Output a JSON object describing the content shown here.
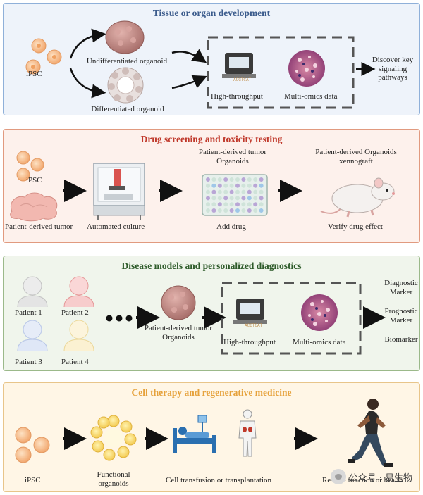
{
  "panels": {
    "tissue": {
      "title": "Tissue or organ development",
      "ipsc": "iPSC",
      "undiff": "Undifferentiated organoid",
      "diff": "Differentiated organoid",
      "high": "High-throughput",
      "multi": "Multi-omics data",
      "discover": "Discover key signaling pathways"
    },
    "drug": {
      "title": "Drug screening and toxicity testing",
      "ipsc": "iPSC",
      "tumor": "Patient-derived tumor",
      "auto": "Automated culture",
      "organoids_top": "Patient-derived tumor Organoids",
      "add": "Add drug",
      "xeno_top": "Patient-derived Organoids xennograft",
      "verify": "Verify drug effect"
    },
    "disease": {
      "title": "Disease models and personalized diagnostics",
      "p1": "Patient 1",
      "p2": "Patient 2",
      "p3": "Patient 3",
      "p4": "Patient 4",
      "organoids": "Patient-derived tumor Organoids",
      "high": "High-throughput",
      "multi": "Multi-omics data",
      "diag": "Diagnostic Marker",
      "prog": "Prognostic Marker",
      "bio": "Biomarker"
    },
    "therapy": {
      "title": "Cell therapy and regenerative medicine",
      "ipsc": "iPSC",
      "functional": "Functional organoids",
      "transfusion": "Cell transfusion or transplantation",
      "restore": "Restore function or health"
    }
  },
  "watermark": "公众号 · 易生物",
  "colors": {
    "panel1": "#eef3fa",
    "panel2": "#fdf1ec",
    "panel3": "#f0f5ec",
    "panel4": "#fff6e6",
    "cell": "#f6b98a",
    "organoid": "#c98f8b"
  }
}
